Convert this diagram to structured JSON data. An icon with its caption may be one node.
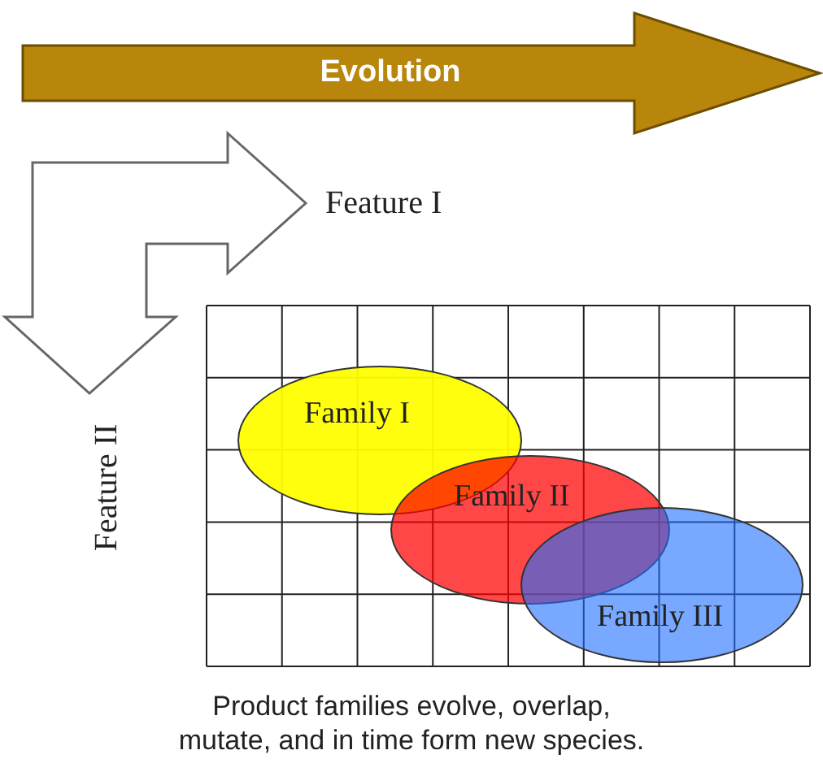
{
  "diagram": {
    "caption": "Product families evolve, overlap, mutate, and in time form new species.",
    "nodes": [
      {
        "text": [
          "Family I"
        ]
      },
      {
        "text": [
          "Family II"
        ]
      },
      {
        "text": [
          "Family III"
        ]
      }
    ],
    "labels": [
      "Evolution",
      "Feature I",
      "Feature II"
    ]
  }
}
